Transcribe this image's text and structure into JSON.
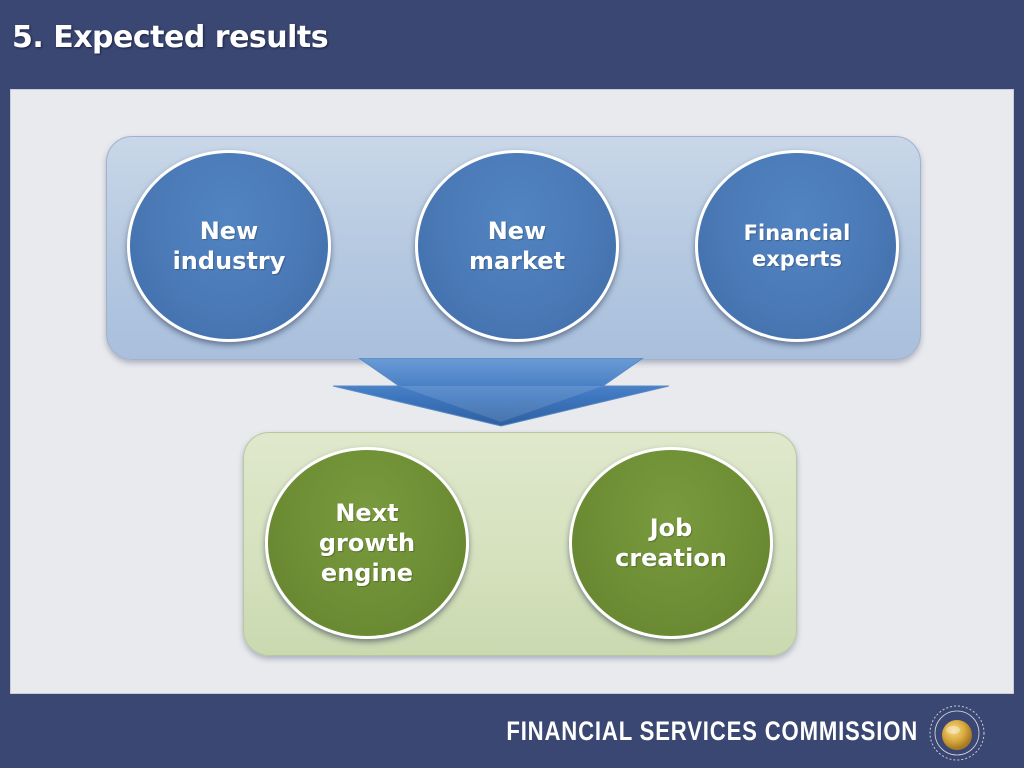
{
  "slide": {
    "title": "5. Expected results"
  },
  "top_group": {
    "nodes": [
      {
        "label": "New\nindustry"
      },
      {
        "label": "New\nmarket"
      },
      {
        "label": "Financial\nexperts"
      }
    ]
  },
  "bottom_group": {
    "nodes": [
      {
        "label": "Next\ngrowth\nengine"
      },
      {
        "label": "Job\ncreation"
      }
    ]
  },
  "footer": {
    "brand": "FINANCIAL SERVICES COMMISSION"
  },
  "colors": {
    "header_bg": "#3b4773",
    "content_bg": "#e9eaee",
    "blue_circle": "#4a79b6",
    "green_circle": "#6e8e35",
    "arrow": "#3f78c0"
  },
  "icons": {
    "arrow": "down-arrow-icon",
    "emblem": "fsc-emblem-icon"
  }
}
